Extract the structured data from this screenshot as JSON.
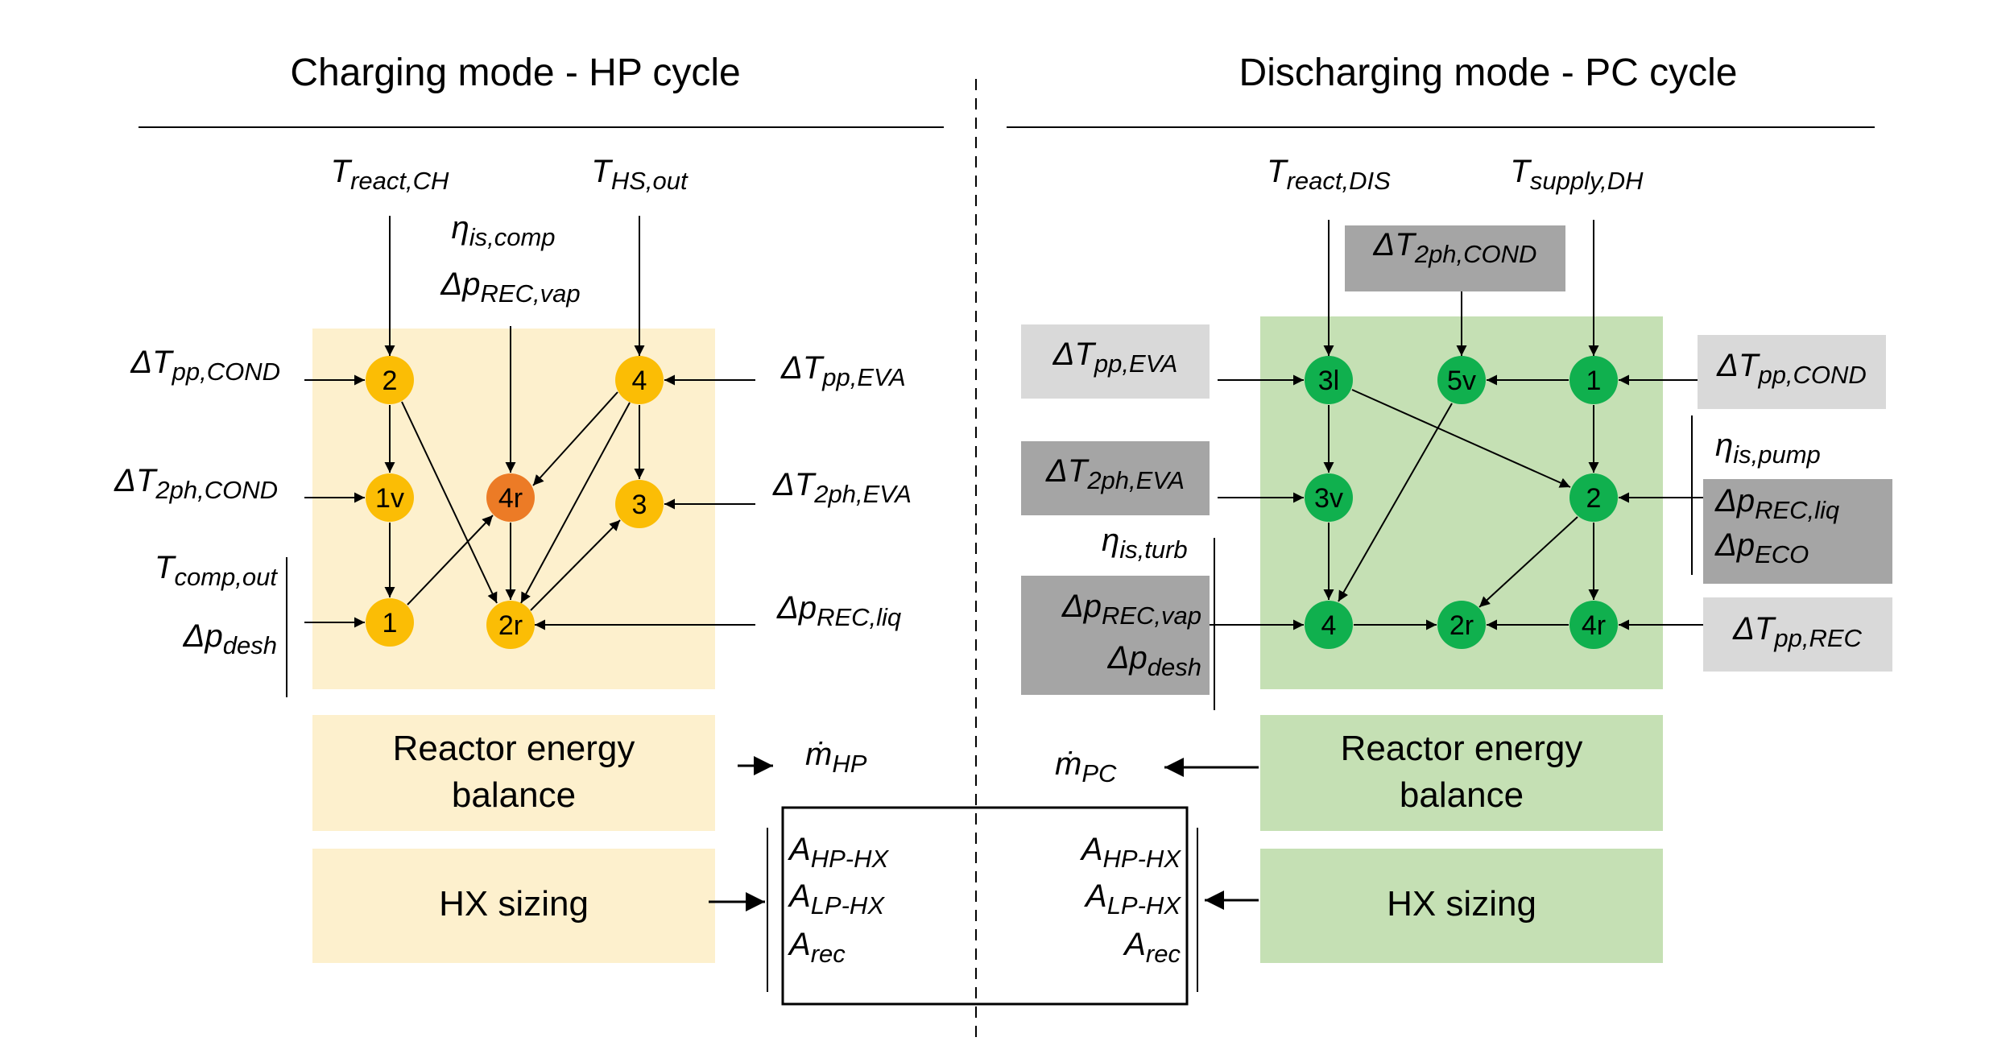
{
  "titles": {
    "left": "Charging mode - HP cycle",
    "right": "Discharging mode - PC cycle"
  },
  "colors": {
    "hp_panel": "#fdf0cd",
    "hp_node": "#fbbd05",
    "hp_node_recuperator": "#ec7b26",
    "pc_panel": "#c5e0b4",
    "pc_node": "#10b04e",
    "grey_light": "#d9d9d9",
    "grey_dark": "#a5a5a5"
  },
  "nodes": {
    "hp": {
      "n2": "2",
      "n4": "4",
      "n1v": "1v",
      "n4r": "4r",
      "n3": "3",
      "n1": "1",
      "n2r": "2r"
    },
    "pc": {
      "n3l": "3l",
      "n5v": "5v",
      "n1": "1",
      "n3v": "3v",
      "n2": "2",
      "n4": "4",
      "n2r": "2r",
      "n4r": "4r"
    }
  },
  "hp_inputs": {
    "t_react": {
      "main": "T",
      "sub": "react,CH"
    },
    "t_hs": {
      "main": "T",
      "sub": "HS,out"
    },
    "eta_comp": {
      "main": "η",
      "sub": "is,comp"
    },
    "dp_rec_vap": {
      "main": "Δp",
      "sub": "REC,vap"
    },
    "dt_pp_cond": {
      "main": "ΔT",
      "sub": "pp,COND"
    },
    "dt_2ph_cond": {
      "main": "ΔT",
      "sub": "2ph,COND"
    },
    "t_comp_out": {
      "main": "T",
      "sub": "comp,out"
    },
    "dp_desh": {
      "main": "Δp",
      "sub": "desh"
    },
    "dt_pp_eva": {
      "main": "ΔT",
      "sub": "pp,EVA"
    },
    "dt_2ph_eva": {
      "main": "ΔT",
      "sub": "2ph,EVA"
    },
    "dp_rec_liq": {
      "main": "Δp",
      "sub": "REC,liq"
    }
  },
  "pc_inputs": {
    "t_react": {
      "main": "T",
      "sub": "react,DIS"
    },
    "t_supply": {
      "main": "T",
      "sub": "supply,DH"
    },
    "dt_2ph_cond": {
      "main": "ΔT",
      "sub": "2ph,COND"
    },
    "dt_pp_eva": {
      "main": "ΔT",
      "sub": "pp,EVA"
    },
    "dt_2ph_eva": {
      "main": "ΔT",
      "sub": "2ph,EVA"
    },
    "eta_turb": {
      "main": "η",
      "sub": "is,turb"
    },
    "dp_rec_vap": {
      "main": "Δp",
      "sub": "REC,vap"
    },
    "dp_desh": {
      "main": "Δp",
      "sub": "desh"
    },
    "dt_pp_cond": {
      "main": "ΔT",
      "sub": "pp,COND"
    },
    "eta_pump": {
      "main": "η",
      "sub": "is,pump"
    },
    "dp_rec_liq": {
      "main": "Δp",
      "sub": "REC,liq"
    },
    "dp_eco": {
      "main": "Δp",
      "sub": "ECO"
    },
    "dt_pp_rec": {
      "main": "ΔT",
      "sub": "pp,REC"
    }
  },
  "blocks": {
    "hp_energy_line1": "Reactor energy",
    "hp_energy_line2": "balance",
    "hp_sizing": "HX sizing",
    "pc_energy_line1": "Reactor energy",
    "pc_energy_line2": "balance",
    "pc_sizing": "HX sizing"
  },
  "outputs": {
    "m_hp": {
      "main": "ṁ",
      "sub": "HP"
    },
    "m_pc": {
      "main": "ṁ",
      "sub": "PC"
    },
    "areas_left": [
      {
        "main": "A",
        "sub": "HP-HX"
      },
      {
        "main": "A",
        "sub": "LP-HX"
      },
      {
        "main": "A",
        "sub": "rec"
      }
    ],
    "areas_right": [
      {
        "main": "A",
        "sub": "HP-HX"
      },
      {
        "main": "A",
        "sub": "LP-HX"
      },
      {
        "main": "A",
        "sub": "rec"
      }
    ]
  }
}
